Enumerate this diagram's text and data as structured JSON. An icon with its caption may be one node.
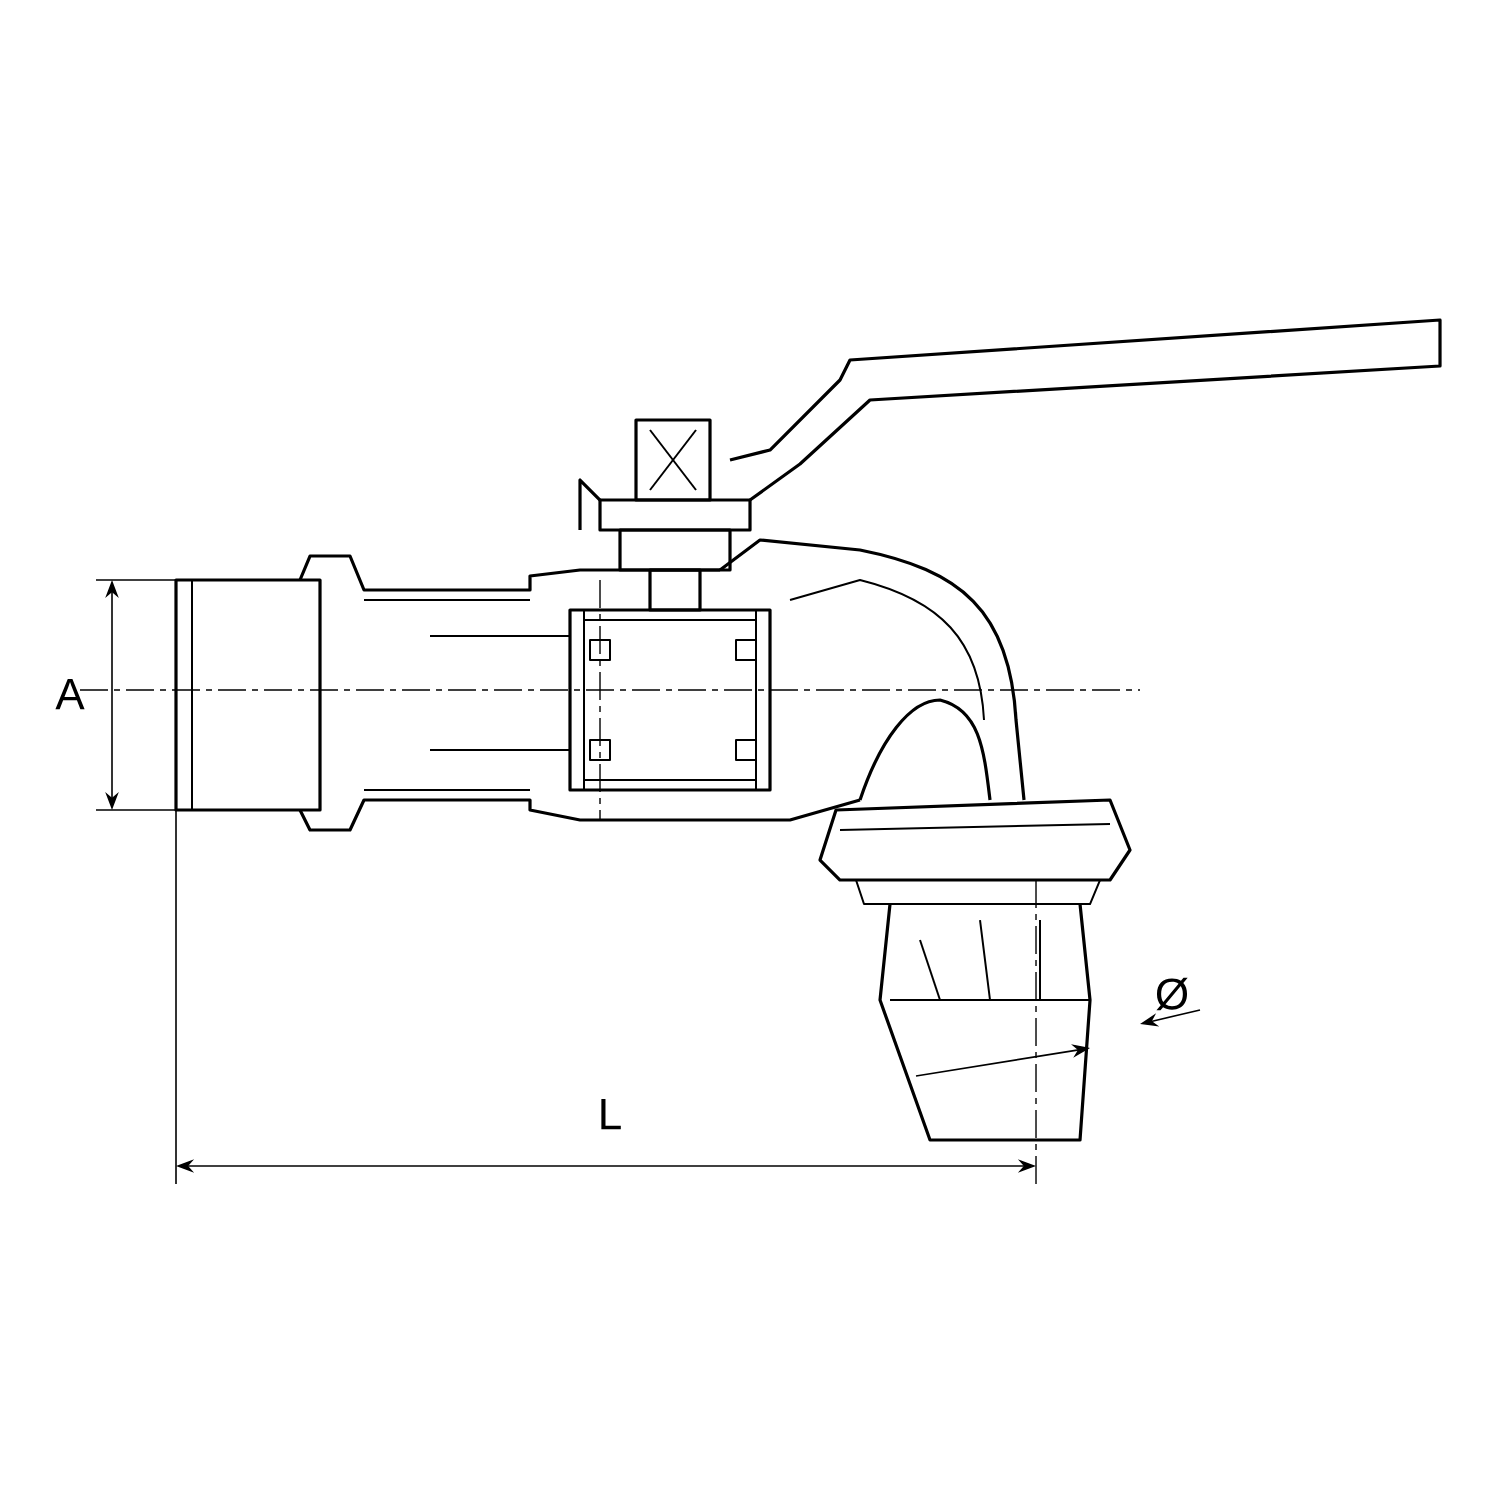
{
  "diagram": {
    "labels": [
      "A",
      "L",
      "Ø"
    ]
  }
}
